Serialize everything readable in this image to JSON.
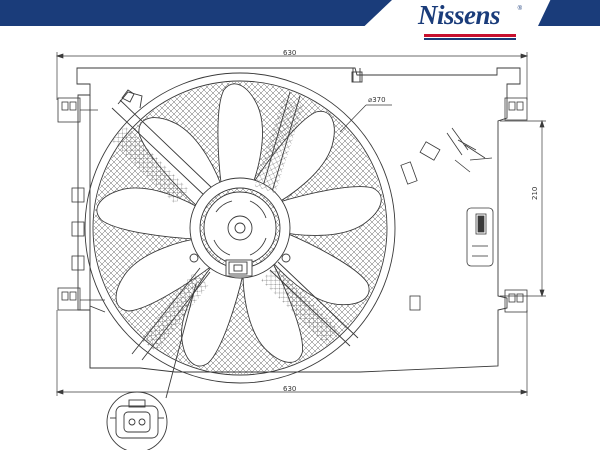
{
  "brand": {
    "name": "Nissens",
    "registered_mark": "®",
    "primary_color": "#1a3c7a",
    "accent_color": "#c8102e"
  },
  "dimensions": {
    "top_width": "630",
    "bottom_width": "630",
    "fan_diameter": "⌀370",
    "side_height": "210"
  },
  "drawing": {
    "line_color": "#3a3a3a",
    "hatch_color": "#555555"
  }
}
